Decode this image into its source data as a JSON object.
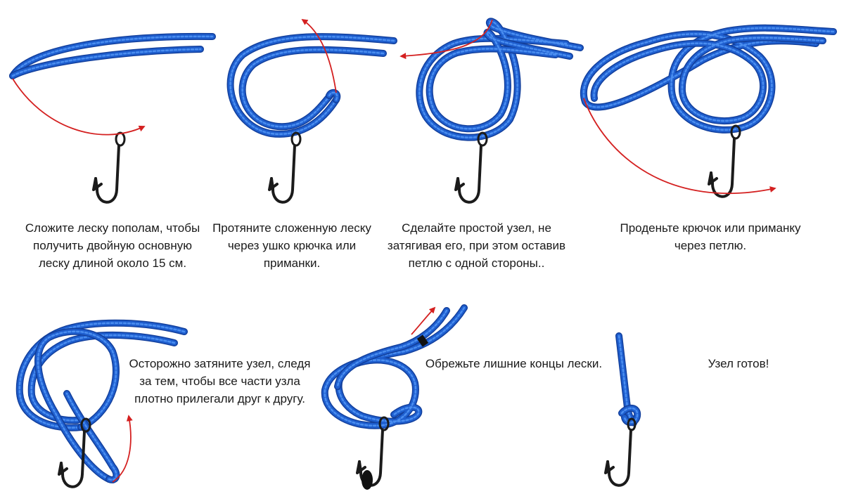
{
  "colors": {
    "line": "#1f5fcf",
    "line_dark": "#123f9c",
    "line_light": "#4a8ef0",
    "hook": "#1b1b1b",
    "arrow": "#d42020"
  },
  "steps": [
    {
      "lines": [
        "Сложите леску пополам, чтобы",
        "получить двойную основную",
        "леску длиной около 15 см."
      ]
    },
    {
      "lines": [
        "Протяните сложенную леску",
        "через ушко крючка или",
        "приманки."
      ]
    },
    {
      "lines": [
        "Сделайте простой узел, не",
        "затягивая его, при этом оставив",
        "петлю с одной стороны.."
      ]
    },
    {
      "lines": [
        "Проденьте крючок или приманку",
        "через петлю."
      ]
    },
    {
      "lines": [
        "Осторожно затяните узел, следя",
        "за тем, чтобы все части узла",
        "плотно прилегали друг к другу."
      ]
    },
    {
      "lines": [
        "Обрежьте лишние концы лески."
      ]
    },
    {
      "lines": [
        "Узел готов!"
      ]
    }
  ]
}
